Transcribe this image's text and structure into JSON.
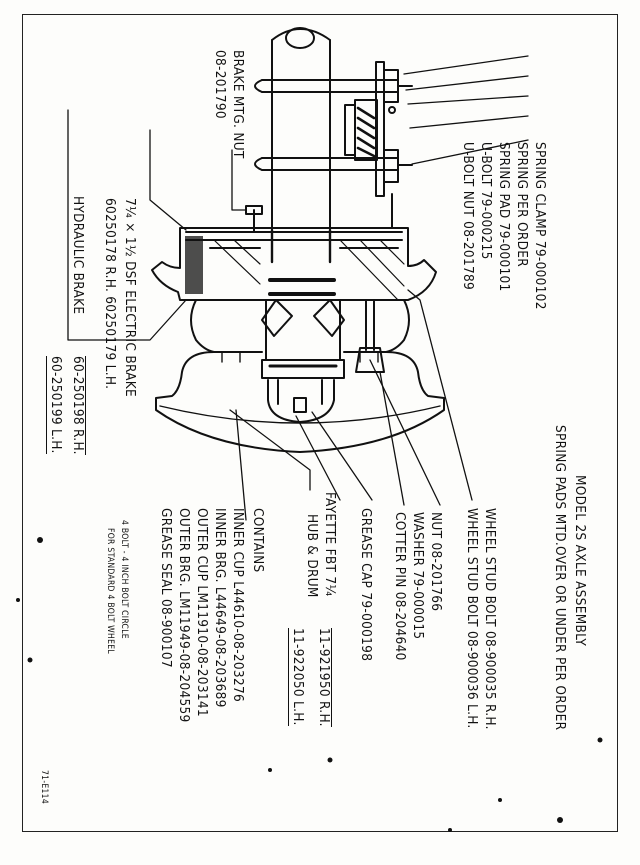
{
  "document": {
    "title_line1": "MODEL 2S AXLE ASSEMBLY",
    "title_line2": "SPRING PADS MTD.OVER OR UNDER PER ORDER",
    "drawing_code": "71-E114"
  },
  "callouts_right": [
    {
      "id": "spring-clamp",
      "text": "SPRING CLAMP 79-000102"
    },
    {
      "id": "spring-per-order",
      "text": "SPRING PER ORDER"
    },
    {
      "id": "spring-pad",
      "text": "SPRING PAD 79-000101"
    },
    {
      "id": "u-bolt",
      "text": "U-BOLT 79-000215"
    },
    {
      "id": "u-bolt-nut",
      "text": "U-BOLT NUT 08-201789"
    }
  ],
  "brake_nut": {
    "label": "BRAKE MTG. NUT",
    "part": "08-201790"
  },
  "electric_brake": {
    "label": "7¼ × 1½ DSF ELECTRIC BRAKE",
    "parts": "60250178 R.H. 60250179 L.H."
  },
  "hydraulic_brake": {
    "label": "HYDRAULIC BRAKE",
    "rh": "60-250198 R.H.",
    "lh": "60-250199 L.H."
  },
  "wheel_studs": {
    "rh": "WHEEL STUD BOLT 08-900035 R.H.",
    "lh": "WHEEL STUD BOLT 08-900036 L.H."
  },
  "nut_group": {
    "nut": "NUT 08-201766",
    "washer": "WASHER 79-000015",
    "cotter": "COTTER PIN 08-204640"
  },
  "grease_cap": "GREASE CAP 79-000198",
  "hub_drum": {
    "line1": "FAYETTE FBT 7¼",
    "line2": "HUB & DRUM",
    "rh": "11-921950 R.H.",
    "lh": "11-922050 L.H."
  },
  "contains": {
    "heading": "CONTAINS",
    "items": [
      "INNER CUP L44610-08-203276",
      "INNER BRG. L44649-08-203689",
      "OUTER CUP LM11910-08-203141",
      "OUTER BRG. LM11949-08-204559",
      "GREASE SEAL 08-900107"
    ]
  },
  "bolt_note": {
    "line1": "4 BOLT - 4 INCH BOLT CIRCLE",
    "line2": "FOR STANDARD 4 BOLT WHEEL"
  }
}
